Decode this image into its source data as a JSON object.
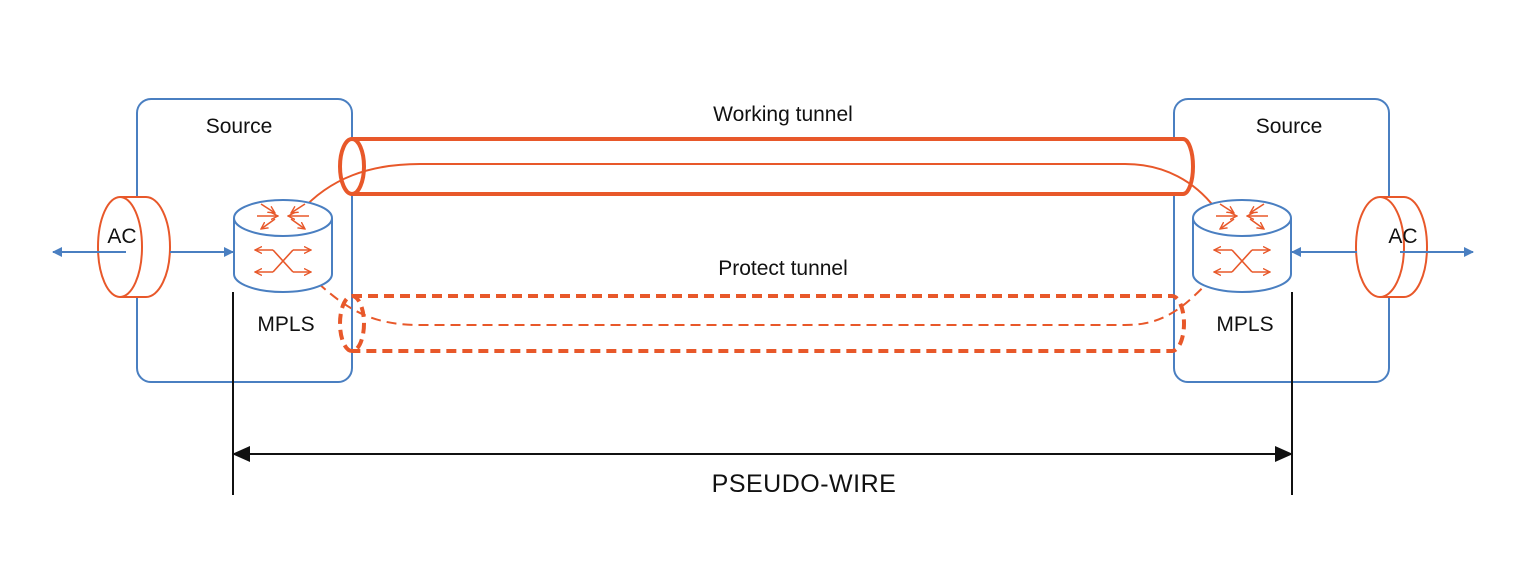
{
  "colors": {
    "blue": "#4a7fc1",
    "orange": "#e8582a",
    "black": "#111111"
  },
  "labels": {
    "source_left": "Source",
    "source_right": "Source",
    "ac_left": "AC",
    "ac_right": "AC",
    "mpls_left": "MPLS",
    "mpls_right": "MPLS",
    "working_tunnel": "Working tunnel",
    "protect_tunnel": "Protect tunnel",
    "pseudo_wire": "PSEUDO-WIRE"
  },
  "icons": {
    "router": "router-icon",
    "attachment_circuit": "cylinder-icon"
  }
}
